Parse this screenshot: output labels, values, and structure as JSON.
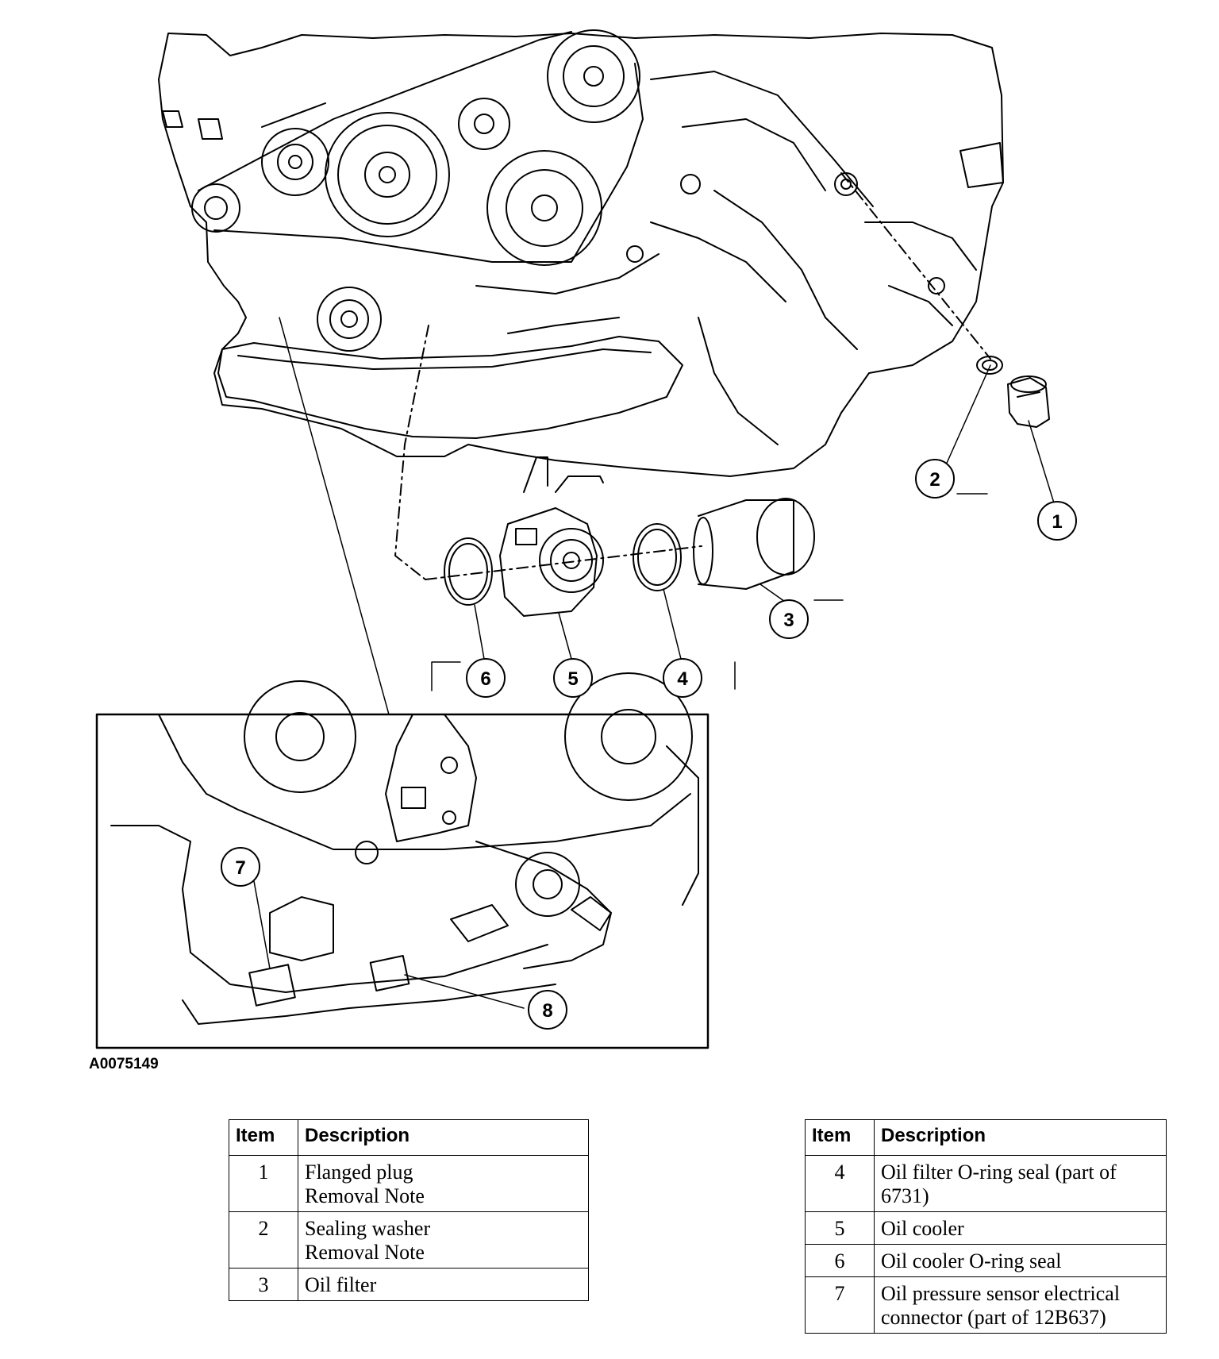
{
  "figure_id": "A0075149",
  "callouts": [
    "1",
    "2",
    "3",
    "4",
    "5",
    "6",
    "7",
    "8"
  ],
  "left_table": {
    "header_item": "Item",
    "header_desc": "Description",
    "rows": [
      {
        "item": "1",
        "lines": [
          "Flanged plug",
          "Removal Note"
        ]
      },
      {
        "item": "2",
        "lines": [
          "Sealing washer",
          "Removal Note"
        ]
      },
      {
        "item": "3",
        "lines": [
          "Oil filter"
        ]
      }
    ]
  },
  "right_table": {
    "header_item": "Item",
    "header_desc": "Description",
    "rows": [
      {
        "item": "4",
        "lines": [
          "Oil filter O-ring seal (part of",
          "6731)"
        ]
      },
      {
        "item": "5",
        "lines": [
          "Oil cooler"
        ]
      },
      {
        "item": "6",
        "lines": [
          "Oil cooler O-ring seal"
        ]
      },
      {
        "item": "7",
        "lines": [
          "Oil pressure sensor electrical",
          "connector (part of 12B637)"
        ]
      }
    ]
  },
  "colors": {
    "ink": "#000000",
    "paper": "#ffffff"
  }
}
